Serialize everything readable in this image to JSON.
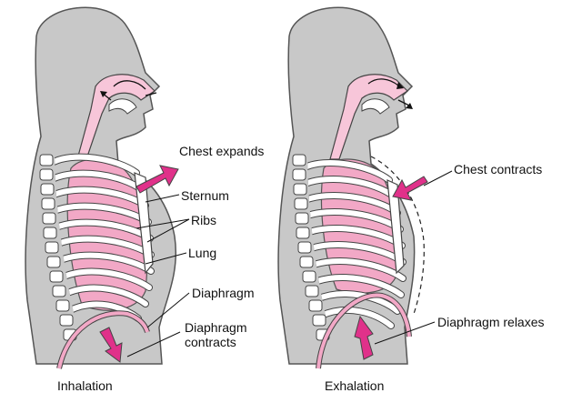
{
  "labels": {
    "chest_expands": "Chest expands",
    "sternum": "Sternum",
    "ribs": "Ribs",
    "lung": "Lung",
    "diaphragm": "Diaphragm",
    "diaphragm_contracts": "Diaphragm contracts",
    "chest_contracts": "Chest contracts",
    "diaphragm_relaxes": "Diaphragm relaxes",
    "inhalation": "Inhalation",
    "exhalation": "Exhalation"
  },
  "colors": {
    "body": "#c8c8c8",
    "body_outline": "#555555",
    "lung": "#f2a8c6",
    "airway": "#f7c6d9",
    "arrow": "#e0318a",
    "bone": "#ffffff",
    "line": "#222222"
  }
}
